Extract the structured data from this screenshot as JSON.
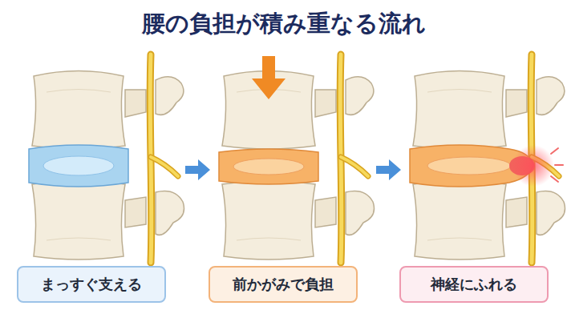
{
  "diagram": {
    "title": "腰の負担が積み重なる流れ",
    "nodes": [
      {
        "text": [
          "まっすぐ支える"
        ]
      },
      {
        "text": [
          "前かがみで負担"
        ]
      },
      {
        "text": [
          "神経にふれる"
        ]
      }
    ]
  }
}
